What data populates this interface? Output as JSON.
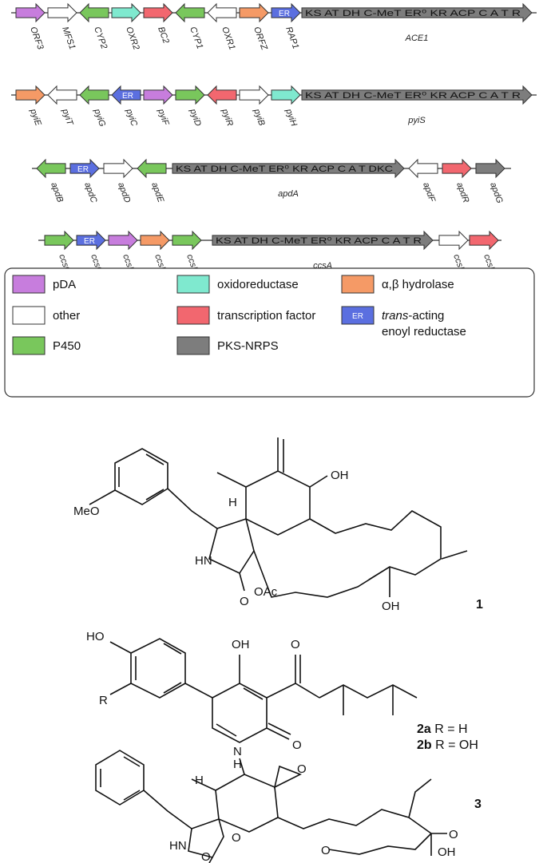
{
  "clusters": [
    {
      "genes": [
        {
          "name": "ORF3",
          "type": "pDA",
          "dir": "R",
          "red": false
        },
        {
          "name": "MFS1",
          "type": "other",
          "dir": "R",
          "red": false
        },
        {
          "name": "CYP2",
          "type": "P450",
          "dir": "L",
          "red": false
        },
        {
          "name": "OXR2",
          "type": "oxidoreductase",
          "dir": "R",
          "red": false
        },
        {
          "name": "BC2",
          "type": "tf",
          "dir": "R",
          "red": true
        },
        {
          "name": "CYP1",
          "type": "P450",
          "dir": "L",
          "red": false
        },
        {
          "name": "OXR1",
          "type": "other",
          "dir": "L",
          "red": false
        },
        {
          "name": "ORFZ",
          "type": "hydrolase",
          "dir": "R",
          "red": false
        },
        {
          "name": "RAP1",
          "type": "ER",
          "dir": "R",
          "red": false,
          "label": "ER"
        }
      ],
      "pks": {
        "name": "ACE1",
        "domains": "KS AT DH C-MeT ER⁰  KR  ACP C  A  T  R"
      }
    },
    {
      "genes": [
        {
          "name": "pyiE",
          "type": "hydrolase",
          "dir": "R",
          "red": false
        },
        {
          "name": "pyiT",
          "type": "other",
          "dir": "L",
          "red": false
        },
        {
          "name": "pyiG",
          "type": "P450",
          "dir": "L",
          "red": false
        },
        {
          "name": "pyiC",
          "type": "ER",
          "dir": "L",
          "red": false,
          "label": "ER"
        },
        {
          "name": "pyiF",
          "type": "pDA",
          "dir": "R",
          "red": false
        },
        {
          "name": "pyiD",
          "type": "P450",
          "dir": "R",
          "red": false
        },
        {
          "name": "pyiR",
          "type": "tf",
          "dir": "L",
          "red": true
        },
        {
          "name": "pyiB",
          "type": "other",
          "dir": "R",
          "red": false
        },
        {
          "name": "pyiH",
          "type": "oxidoreductase",
          "dir": "R",
          "red": false
        }
      ],
      "pks": {
        "name": "pyiS",
        "domains": "KS AT DH C-MeT ER⁰  KR  ACP C  A  T  R"
      }
    },
    {
      "genes_left": [
        {
          "name": "apdB",
          "type": "P450",
          "dir": "L",
          "red": false
        },
        {
          "name": "apdC",
          "type": "ER",
          "dir": "R",
          "red": false,
          "label": "ER"
        },
        {
          "name": "apdD",
          "type": "other",
          "dir": "R",
          "red": false
        },
        {
          "name": "apdE",
          "type": "P450",
          "dir": "L",
          "red": false
        }
      ],
      "pks": {
        "name": "apdA",
        "domains": "KS AT DH C-MeT ER⁰  KR  ACP C  A  T  DKC"
      },
      "genes_right": [
        {
          "name": "apdF",
          "type": "other",
          "dir": "L",
          "red": false
        },
        {
          "name": "apdR",
          "type": "tf",
          "dir": "R",
          "red": true
        },
        {
          "name": "apdG",
          "type": "pks",
          "dir": "R",
          "red": false
        }
      ]
    },
    {
      "genes_left": [
        {
          "name": "ccsG",
          "type": "P450",
          "dir": "R",
          "red": false
        },
        {
          "name": "ccsC",
          "type": "ER",
          "dir": "R",
          "red": false,
          "label": "ER"
        },
        {
          "name": "ccsF",
          "type": "pDA",
          "dir": "R",
          "red": false
        },
        {
          "name": "ccsE",
          "type": "hydrolase",
          "dir": "R",
          "red": false
        },
        {
          "name": "ccsD",
          "type": "P450",
          "dir": "R",
          "red": false
        }
      ],
      "pks": {
        "name": "ccsA",
        "domains": "KS AT DH C-MeT ER⁰  KR  ACP C  A  T  R"
      },
      "genes_right": [
        {
          "name": "ccsB",
          "type": "other",
          "dir": "R",
          "red": false
        },
        {
          "name": "ccsR",
          "type": "tf",
          "dir": "R",
          "red": true
        }
      ]
    }
  ],
  "legend": [
    {
      "type": "pDA",
      "label": "pDA"
    },
    {
      "type": "oxidoreductase",
      "label": "oxidoreductase"
    },
    {
      "type": "hydrolase",
      "label": "α,β hydrolase"
    },
    {
      "type": "other",
      "label": "other"
    },
    {
      "type": "tf",
      "label": "transcription factor"
    },
    {
      "type": "ER",
      "label": "trans-acting enoyl reductase",
      "label_line1_italic": "trans",
      "label_line1_rest": "-acting",
      "label_line2": "enoyl reductase",
      "box_text": "ER"
    },
    {
      "type": "P450",
      "label": "P450"
    },
    {
      "type": "pks",
      "label": "PKS-NRPS"
    }
  ],
  "colors": {
    "pDA": "#c77ddd",
    "other": "#ffffff",
    "P450": "#79c75c",
    "oxidoreductase": "#7fe9cf",
    "tf": "#f2676f",
    "hydrolase": "#f59a66",
    "ER": "#5b6fe0",
    "pks": "#7d7d7d",
    "red_label": "#e8262d"
  },
  "compounds": {
    "c1": {
      "id": "1",
      "labels": [
        "OH",
        "MeO",
        "HN",
        "O",
        "OAc",
        "OH",
        "H"
      ]
    },
    "c2": {
      "id_a": "2a",
      "id_a_rest": " R = H",
      "id_b": "2b",
      "id_b_rest": " R = OH",
      "labels": [
        "HO",
        "R",
        "OH",
        "O",
        "N",
        "H",
        "O"
      ]
    },
    "c3": {
      "id": "3",
      "labels": [
        "H",
        "HN",
        "O",
        "O",
        "O",
        "O",
        "OH",
        "O"
      ]
    }
  }
}
